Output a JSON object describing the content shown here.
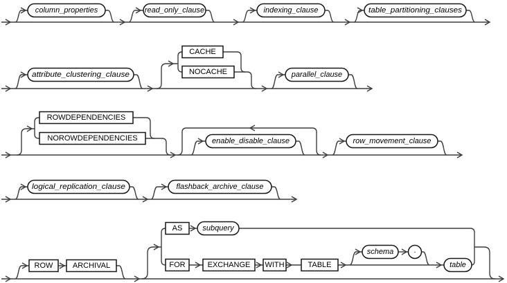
{
  "diagram_kind": "railroad-syntax-diagram",
  "colors": {
    "background": "#ffffff",
    "rail": "#3d3d3d",
    "shape_stroke": "#161616",
    "text": "#000000"
  },
  "rows": {
    "row1": {
      "column_properties": "column_properties",
      "read_only_clause": "read_only_clause",
      "indexing_clause": "indexing_clause",
      "table_partitioning_clauses": "table_partitioning_clauses"
    },
    "row2": {
      "attribute_clustering_clause": "attribute_clustering_clause",
      "cache": "CACHE",
      "nocache": "NOCACHE",
      "parallel_clause": "parallel_clause"
    },
    "row3": {
      "rowdependencies": "ROWDEPENDENCIES",
      "norowdependencies": "NOROWDEPENDENCIES",
      "enable_disable_clause": "enable_disable_clause",
      "row_movement_clause": "row_movement_clause"
    },
    "row4": {
      "logical_replication_clause": "logical_replication_clause",
      "flashback_archive_clause": "flashback_archive_clause"
    },
    "row5": {
      "row_kw": "ROW",
      "archival": "ARCHIVAL",
      "as_kw": "AS",
      "subquery": "subquery",
      "for_kw": "FOR",
      "exchange": "EXCHANGE",
      "with_kw": "WITH",
      "table_kw": "TABLE",
      "schema": "schema",
      "dot": ".",
      "table": "table"
    }
  }
}
